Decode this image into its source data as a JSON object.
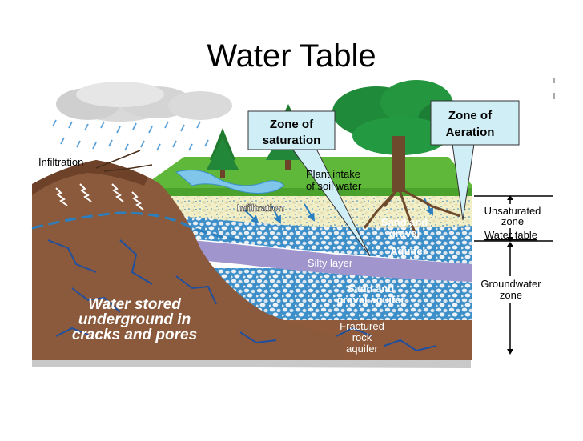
{
  "slide": {
    "title": "Water Table"
  },
  "callouts": {
    "zone_saturation": {
      "line1": "Zone of",
      "line2": "saturation"
    },
    "zone_aeration": {
      "line1": "Zone of",
      "line2": "Aeration"
    }
  },
  "labels": {
    "infiltration_left": "Infiltration",
    "infiltration_mid": "Infiltration",
    "plant_intake_1": "Plant intake",
    "plant_intake_2": "of soil water",
    "sand_gravel_1": "Sand and",
    "sand_gravel_2": "gravel",
    "aquifer": "Aquifer",
    "silty_layer": "Silty layer",
    "sg_aquifer_1": "Sand and",
    "sg_aquifer_2": "gravel aquifer",
    "fractured_1": "Fractured",
    "fractured_2": "rock",
    "fractured_3": "aquifer",
    "stored_1": "Water stored",
    "stored_2": "underground in",
    "stored_3": "cracks and pores"
  },
  "scale": {
    "unsaturated_1": "Unsaturated",
    "unsaturated_2": "zone",
    "water_table": "Water table",
    "groundwater_1": "Groundwater",
    "groundwater_2": "zone"
  },
  "colors": {
    "soil": "#8b5a3c",
    "soil_dark": "#6e4229",
    "grass": "#5fb83a",
    "silty": "#9a8ec4",
    "water": "#2a7fc0",
    "sand": "#f1edc6",
    "callout_fill": "#cfeef6",
    "callout_stroke": "#333333"
  }
}
